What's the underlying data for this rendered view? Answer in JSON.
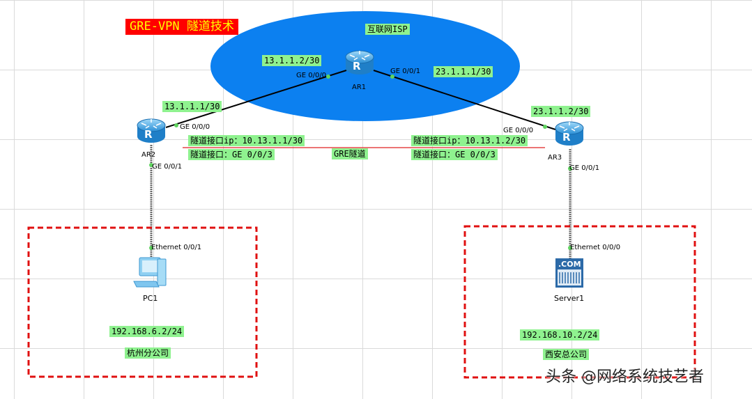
{
  "title": "GRE-VPN 隧道技术",
  "isp_label": "互联网ISP",
  "routers": {
    "ar1": {
      "name": "AR1",
      "glyph": "R"
    },
    "ar2": {
      "name": "AR2",
      "glyph": "R"
    },
    "ar3": {
      "name": "AR3",
      "glyph": "R"
    }
  },
  "ips": {
    "ar1_g000": "13.1.1.2/30",
    "ar1_g001": "23.1.1.1/30",
    "ar2_g000": "13.1.1.1/30",
    "ar3_g000": "23.1.1.2/30"
  },
  "ports": {
    "ar1_g000": "GE 0/0/0",
    "ar1_g001": "GE 0/0/1",
    "ar2_g000": "GE 0/0/0",
    "ar2_g001": "GE 0/0/1",
    "ar3_g000": "GE 0/0/0",
    "ar3_g001": "GE 0/0/1",
    "pc1_eth": "Ethernet 0/0/1",
    "server1_eth": "Ethernet 0/0/0"
  },
  "tunnel": {
    "left_ip": "隧道接口ip：10.13.1.1/30",
    "left_if": "隧道接口：GE 0/0/3",
    "right_ip": "隧道接口ip：10.13.1.2/30",
    "right_if": "隧道接口：GE 0/0/3",
    "label": "GRE隧道"
  },
  "hosts": {
    "pc1": {
      "name": "PC1",
      "ip": "192.168.6.2/24",
      "site": "杭州分公司"
    },
    "server1": {
      "name": "Server1",
      "ip": "192.168.10.2/24",
      "site": "西安总公司",
      "badge": ".COM"
    }
  },
  "watermark": "头条 @网络系统技艺者",
  "colors": {
    "isp_cloud": "#0c80f0",
    "link": "#000000",
    "tunnel": "#e02020",
    "box": "#e01010",
    "label_bg": "#8ff28f",
    "port_dot": "#5fd35f"
  }
}
